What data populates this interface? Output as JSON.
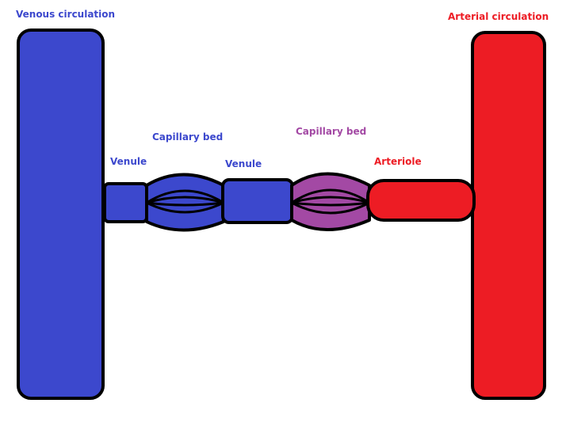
{
  "labels": {
    "venous_circulation": "Venous circulation",
    "arterial_circulation": "Arterial circulation",
    "venule_left": "Venule",
    "venule_middle": "Venule",
    "capillary_bed_blue": "Capillary bed",
    "capillary_bed_purple": "Capillary bed",
    "arteriole": "Arteriole"
  },
  "colors": {
    "venous": "#3c48cd",
    "arterial": "#ed1c24",
    "mixed": "#a349a4",
    "outline": "#000000",
    "background": "#ffffff"
  }
}
